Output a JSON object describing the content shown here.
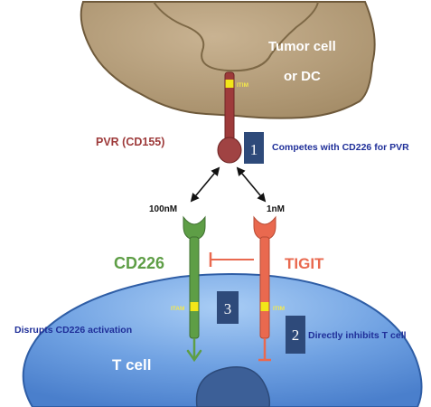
{
  "cell_labels": {
    "tumor_line1": "Tumor cell",
    "tumor_line2": "or DC",
    "t_cell": "T cell"
  },
  "receptors": {
    "pvr": "PVR (CD155)",
    "cd226": "CD226",
    "tigit": "TIGIT"
  },
  "motif_labels": {
    "pvr_itim": "ITIM",
    "cd226_itam": "ITAM",
    "tigit_itim": "ITIM"
  },
  "affinities": {
    "cd226": "100nM",
    "tigit": "1nM"
  },
  "mechanisms": [
    {
      "number": "1",
      "text": "Competes with CD226 for PVR"
    },
    {
      "number": "2",
      "text": "Directly inhibits T cell"
    },
    {
      "number": "3",
      "text": "Disrupts CD226 activation"
    }
  ],
  "colors": {
    "tumor_cell": "#b59e7c",
    "tumor_dark": "#7d6846",
    "t_cell": "#5b8fd8",
    "t_cell_light": "#9cc2f2",
    "nucleus": "#3c5f97",
    "pvr": "#9e3b3b",
    "cd226": "#5e9e46",
    "tigit": "#e9694f",
    "motif": "#f2e619",
    "number_box": "#2e4a7a",
    "callout_text": "#1f2f99",
    "white_text": "#ffffff"
  }
}
